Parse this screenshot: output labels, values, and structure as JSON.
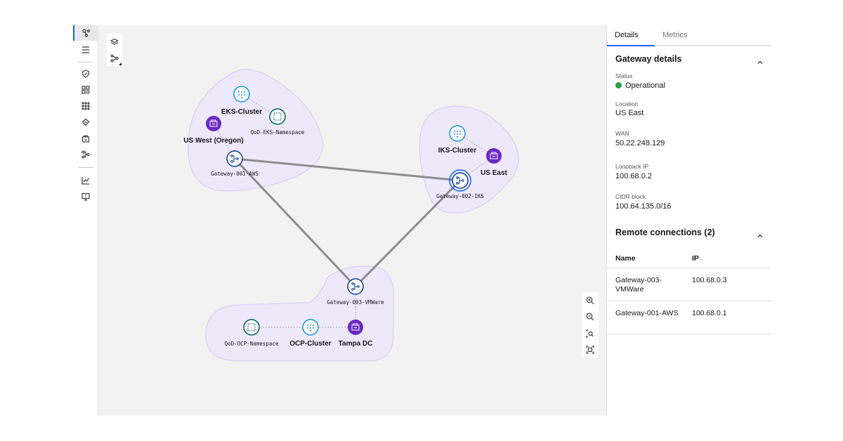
{
  "rail": {
    "items": [
      {
        "icon": "topology-icon",
        "active": true
      },
      {
        "icon": "list-icon"
      },
      {
        "icon": "shield-icon"
      },
      {
        "icon": "apps-icon"
      },
      {
        "icon": "grid-dots-icon"
      },
      {
        "icon": "cloud-icon"
      },
      {
        "icon": "location-icon"
      },
      {
        "icon": "gateway-icon"
      },
      {
        "icon": "chart-icon"
      },
      {
        "icon": "monitor-alert-icon"
      }
    ]
  },
  "canvas": {
    "tools": [
      {
        "icon": "layers-icon"
      },
      {
        "icon": "connection-icon"
      }
    ],
    "zoom": [
      {
        "icon": "zoom-in-icon"
      },
      {
        "icon": "zoom-out-icon"
      },
      {
        "icon": "zoom-fit-icon"
      },
      {
        "icon": "fit-to-screen-icon"
      }
    ]
  },
  "topology": {
    "nodes": {
      "eks_cluster": "EKS-Cluster",
      "qod_eks_namespace": "QoD-EKS-Namespace",
      "us_west": "US West (Oregon)",
      "gateway_001": "Gateway-001-AWS",
      "iks_cluster": "IKS-Cluster",
      "us_east": "US East",
      "gateway_002": "Gateway-002-IKS",
      "gateway_003": "Gateway-003-VMWare",
      "qod_ocp_namespace": "QoD-OCP-Namespace",
      "ocp_cluster": "OCP-Cluster",
      "tampa_dc": "Tampa DC"
    },
    "colors": {
      "group_fill": "#ede9fb",
      "group_stroke": "#d4caf5",
      "location": "#6929c4",
      "cluster": "#1192e8",
      "namespace": "#005d5d",
      "gateway": "#0f3b8c",
      "link": "#8d8d8d"
    }
  },
  "panel": {
    "tabs": [
      "Details",
      "Metrics"
    ],
    "gateway_details": {
      "title": "Gateway details",
      "status_label": "Status",
      "status_value": "Operational",
      "status_color": "#24a148",
      "location_label": "Location",
      "location_value": "US East",
      "wan_label": "WAN",
      "wan_value": "50.22.248.129",
      "loopback_label": "Loopback IP",
      "loopback_value": "100.68.0.2",
      "cidr_label": "CIDR block",
      "cidr_value": "100.64.135.0/16"
    },
    "remote_connections": {
      "title": "Remote connections (2)",
      "columns": [
        "Name",
        "IP"
      ],
      "rows": [
        {
          "name": "Gateway-003-VMWare",
          "ip": "100.68.0.3"
        },
        {
          "name": "Gateway-001-AWS",
          "ip": "100.68.0.1"
        }
      ]
    },
    "accent": "#0f62fe"
  }
}
